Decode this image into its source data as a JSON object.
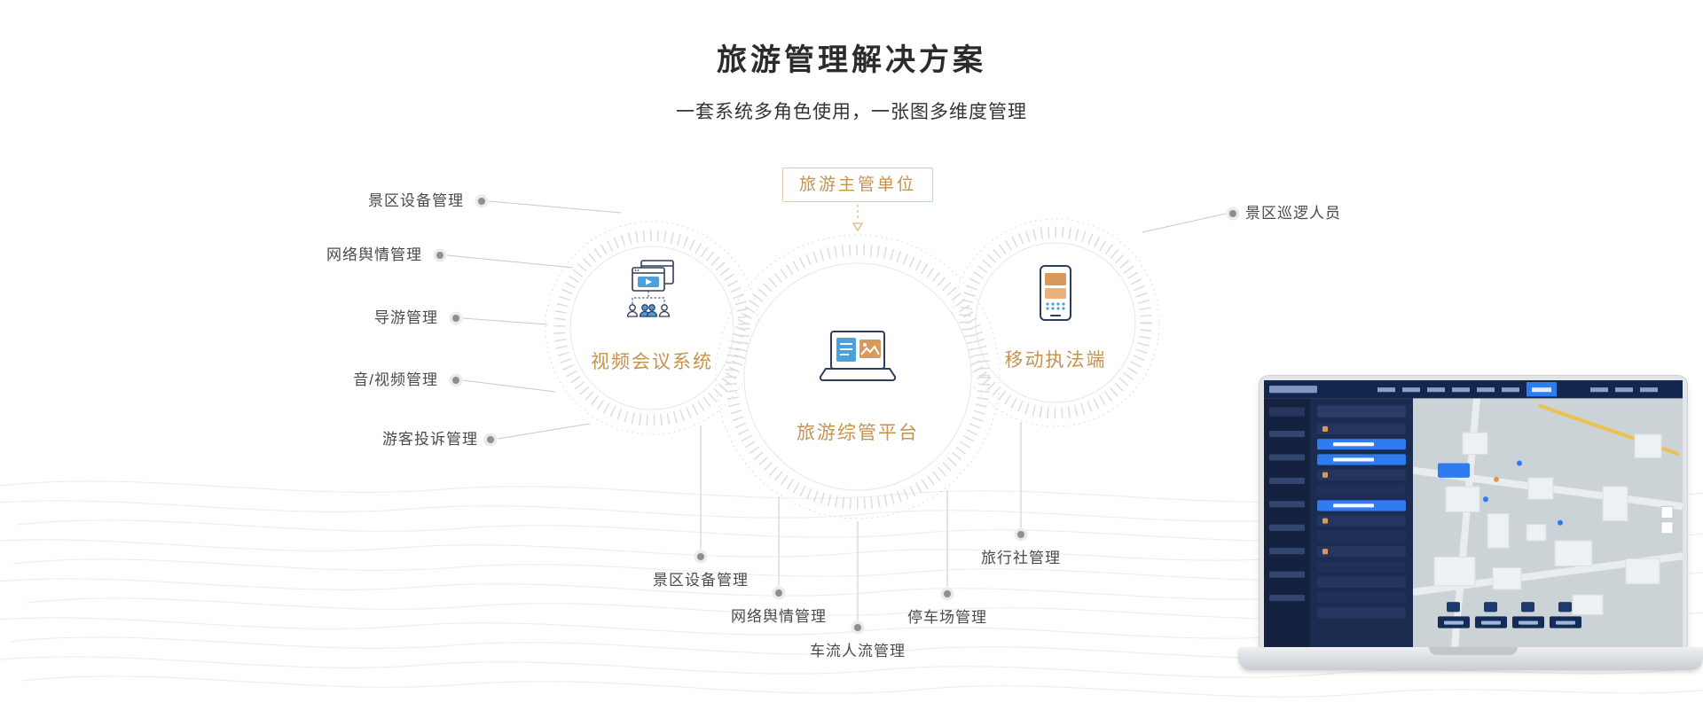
{
  "page": {
    "title": "旅游管理解决方案",
    "subtitle": "一套系统多角色使用，一张图多维度管理"
  },
  "diagram": {
    "authority_label": "旅游主管单位",
    "hubs": [
      {
        "label": "视频会议系统",
        "icon": "video-conference-icon"
      },
      {
        "label": "旅游综管平台",
        "icon": "laptop-platform-icon"
      },
      {
        "label": "移动执法端",
        "icon": "mobile-phone-icon"
      }
    ],
    "left_labels": [
      "景区设备管理",
      "网络舆情管理",
      "导游管理",
      "音/视频管理",
      "游客投诉管理"
    ],
    "right_labels": [
      "景区巡逻人员"
    ],
    "bottom_labels": [
      "景区设备管理",
      "网络舆情管理",
      "车流人流管理",
      "停车场管理",
      "旅行社管理"
    ]
  },
  "colors": {
    "accent_orange": "#C6934F",
    "label_gray": "#4A4A4A",
    "connector_gray": "#CCCCCC",
    "icon_navy": "#303C5C",
    "icon_blue": "#4BA0E0",
    "icon_orange": "#D79A5C",
    "dashboard_navy": "#16233F",
    "dashboard_highlight_blue": "#2E7CF0",
    "map_background": "#CCD3D7",
    "road_yellow": "#ECC14E"
  }
}
